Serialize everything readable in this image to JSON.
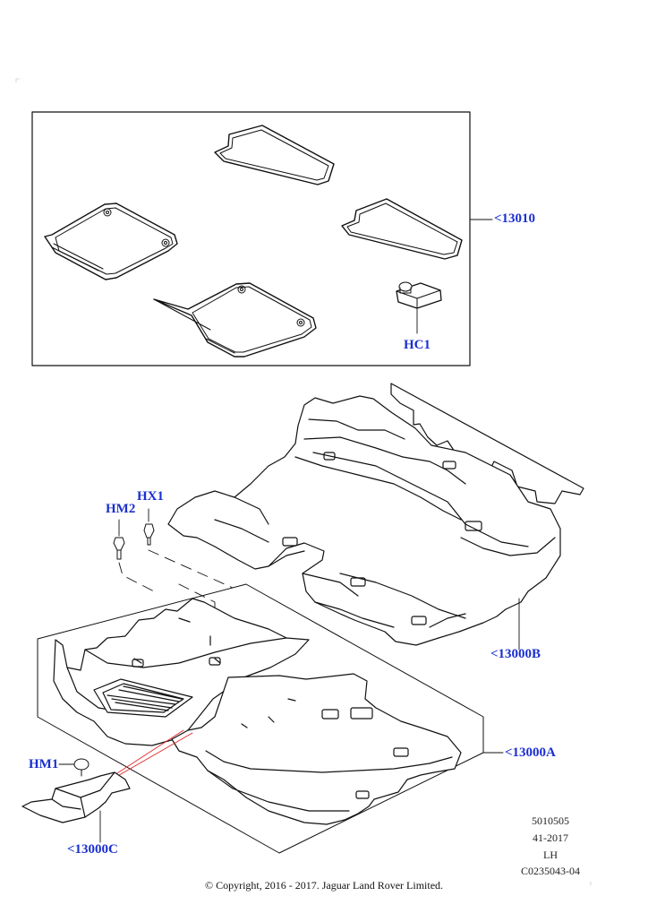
{
  "callouts": {
    "mat_set": "<13010",
    "hc1": "HC1",
    "hx1": "HX1",
    "hm2": "HM2",
    "rear_carpet": "<13000B",
    "front_carpet": "<13000A",
    "hm1": "HM1",
    "footrest": "<13000C"
  },
  "info_block": {
    "line1": "5010505",
    "line2": "41-2017",
    "line3": "LH",
    "line4": "C0235043-04"
  },
  "copyright": "© Copyright, 2016 - 2017. Jaguar Land Rover Limited.",
  "colors": {
    "callout": "#1a2fd0",
    "line": "#111111",
    "leader_red": "#e02020"
  }
}
